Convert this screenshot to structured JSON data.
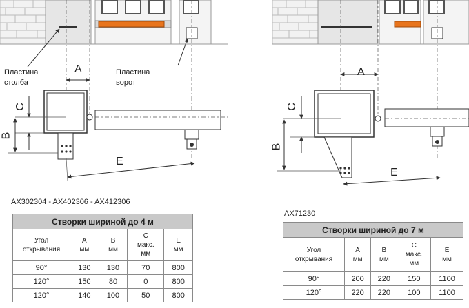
{
  "left": {
    "post_plate_label": "Пластина\nстолба",
    "gate_plate_label": "Пластина\nворот",
    "dims": {
      "a": "A",
      "b": "B",
      "c": "C",
      "e": "E"
    },
    "models": "AX302304 - AX402306 - AX412306",
    "table": {
      "title": "Створки шириной до 4 м",
      "headers": [
        {
          "name": "Угол\nоткрывания",
          "unit": ""
        },
        {
          "name": "A",
          "unit": "мм"
        },
        {
          "name": "B",
          "unit": "мм"
        },
        {
          "name": "C",
          "unit": "макс.\nмм"
        },
        {
          "name": "E",
          "unit": "мм"
        }
      ],
      "rows": [
        [
          "90°",
          "130",
          "130",
          "70",
          "800"
        ],
        [
          "120°",
          "150",
          "80",
          "0",
          "800"
        ],
        [
          "120°",
          "140",
          "100",
          "50",
          "800"
        ]
      ]
    }
  },
  "right": {
    "dims": {
      "a": "A",
      "b": "B",
      "c": "C",
      "e": "E"
    },
    "models": "AX71230",
    "table": {
      "title": "Створки шириной до 7 м",
      "headers": [
        {
          "name": "Угол\nоткрывания",
          "unit": ""
        },
        {
          "name": "A",
          "unit": "мм"
        },
        {
          "name": "B",
          "unit": "мм"
        },
        {
          "name": "C",
          "unit": "макс.\nмм"
        },
        {
          "name": "E",
          "unit": "мм"
        }
      ],
      "rows": [
        [
          "90°",
          "200",
          "220",
          "150",
          "1100"
        ],
        [
          "120°",
          "220",
          "220",
          "100",
          "1100"
        ]
      ]
    }
  },
  "colors": {
    "accent": "#e8741c",
    "line": "#333333",
    "table_header": "#c9c9c9"
  }
}
